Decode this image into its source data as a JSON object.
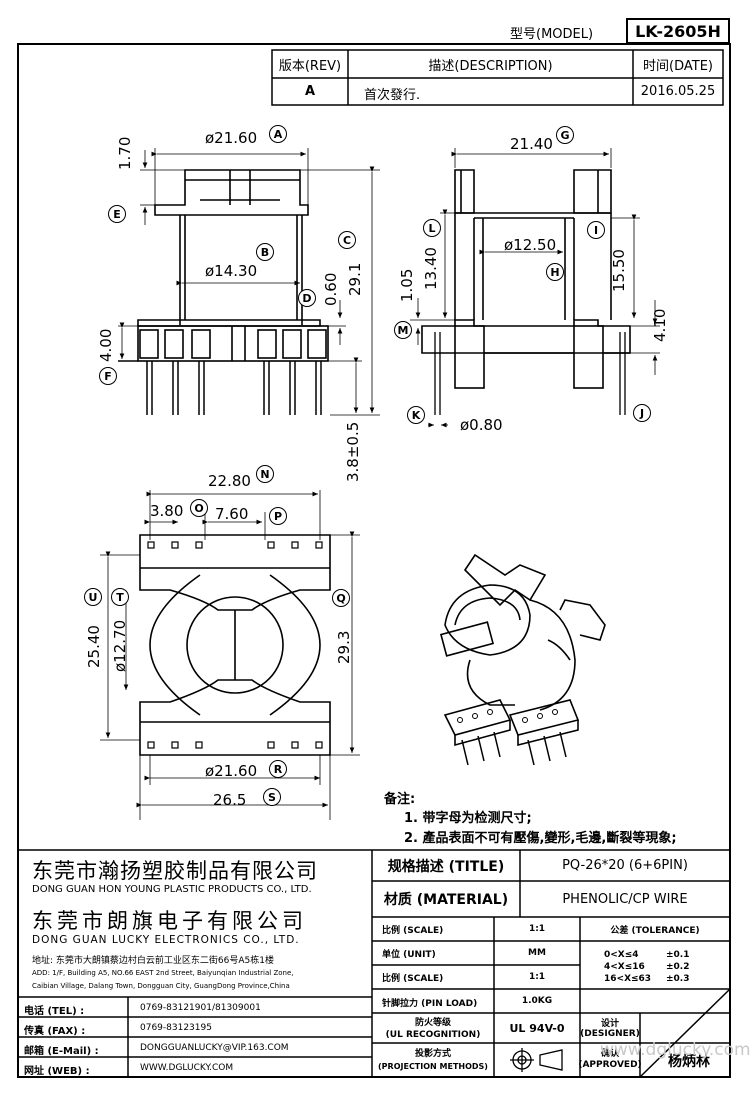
{
  "header": {
    "model_label": "型号(MODEL)",
    "model_value": "LK-2605H",
    "rev_header": "版本(REV)",
    "desc_header": "描述(DESCRIPTION)",
    "date_header": "时间(DATE)",
    "rev_value": "A",
    "desc_value": "首次發行.",
    "date_value": "2016.05.25"
  },
  "dimensions": {
    "d_21_60_top": "ø21.60",
    "d_1_70": "1.70",
    "d_14_30": "ø14.30",
    "d_29_1": "29.1",
    "d_0_60": "0.60",
    "d_4_00": "4.00",
    "d_3_8": "3.8±0.5",
    "d_21_40": "21.40",
    "d_12_50": "ø12.50",
    "d_13_40": "13.40",
    "d_15_50": "15.50",
    "d_1_05": "1.05",
    "d_4_10": "4.10",
    "d_0_80": "ø0.80",
    "d_22_80": "22.80",
    "d_3_80": "3.80",
    "d_7_60": "7.60",
    "d_25_40": "25.40",
    "d_12_70": "ø12.70",
    "d_29_3": "29.3",
    "d_21_60_bottom": "ø21.60",
    "d_26_5": "26.5"
  },
  "markers": [
    "A",
    "B",
    "C",
    "D",
    "E",
    "F",
    "G",
    "H",
    "I",
    "J",
    "K",
    "L",
    "M",
    "N",
    "O",
    "P",
    "Q",
    "R",
    "S",
    "T",
    "U"
  ],
  "notes": {
    "title": "备注:",
    "line1": "1. 带字母为检测尺寸;",
    "line2": "2. 產品表面不可有壓傷,變形,毛邊,斷裂等現象;"
  },
  "company": {
    "name1_cn": "东莞市瀚扬塑胶制品有限公司",
    "name1_en": "DONG GUAN HON YOUNG PLASTIC PRODUCTS CO., LTD.",
    "name2_cn": "东莞市朗旗电子有限公司",
    "name2_en": "DONG GUAN LUCKY ELECTRONICS CO., LTD.",
    "address_cn": "地址: 东莞市大朗镇蔡边村白云前工业区东二街66号A5栋1楼",
    "address_en1": "ADD: 1/F, Building A5, NO.66 EAST 2nd Street, Baiyunqian Industrial Zone,",
    "address_en2": "Caibian Village, Dalang Town, Dongguan City, GuangDong Province,China"
  },
  "contacts": [
    {
      "label": "电话 (TEL) :",
      "value": "0769-83121901/81309001"
    },
    {
      "label": "传真 (FAX) :",
      "value": "0769-83123195"
    },
    {
      "label": "邮箱 (E-Mail) :",
      "value": "DONGGUANLUCKY@VIP.163.COM"
    },
    {
      "label": "网址 (WEB) :",
      "value": "WWW.DGLUCKY.COM"
    }
  ],
  "spec": {
    "title_label": "规格描述 (TITLE)",
    "title_value": "PQ-26*20 (6+6PIN)",
    "material_label": "材质 (MATERIAL)",
    "material_value": "PHENOLIC/CP WIRE",
    "scale_label": "比例 (SCALE)",
    "scale_value": "1:1",
    "tolerance_label": "公差 (TOLERANCE)",
    "unit_label": "单位 (UNIT)",
    "unit_value": "MM",
    "scale2_label": "比例 (SCALE)",
    "scale2_value": "1:1",
    "tol1_range": "0<X≤4",
    "tol1_value": "±0.1",
    "tol2_range": "4<X≤16",
    "tol2_value": "±0.2",
    "tol3_range": "16<X≤63",
    "tol3_value": "±0.3",
    "pinload_label": "针脚拉力 (PIN LOAD)",
    "pinload_value": "1.0KG",
    "ul_label_cn": "防火等级",
    "ul_label_en": "(UL RECOGNITION)",
    "ul_value": "UL 94V-0",
    "proj_label_cn": "投影方式",
    "proj_label_en": "(PROJECTION METHODS)",
    "designer_cn": "设计",
    "designer_en": "(DESIGNER)",
    "approved_cn": "确认",
    "approved_en": "(APPROVED)",
    "approved_name": "杨炳林",
    "watermark": "www.dglucky.com"
  }
}
